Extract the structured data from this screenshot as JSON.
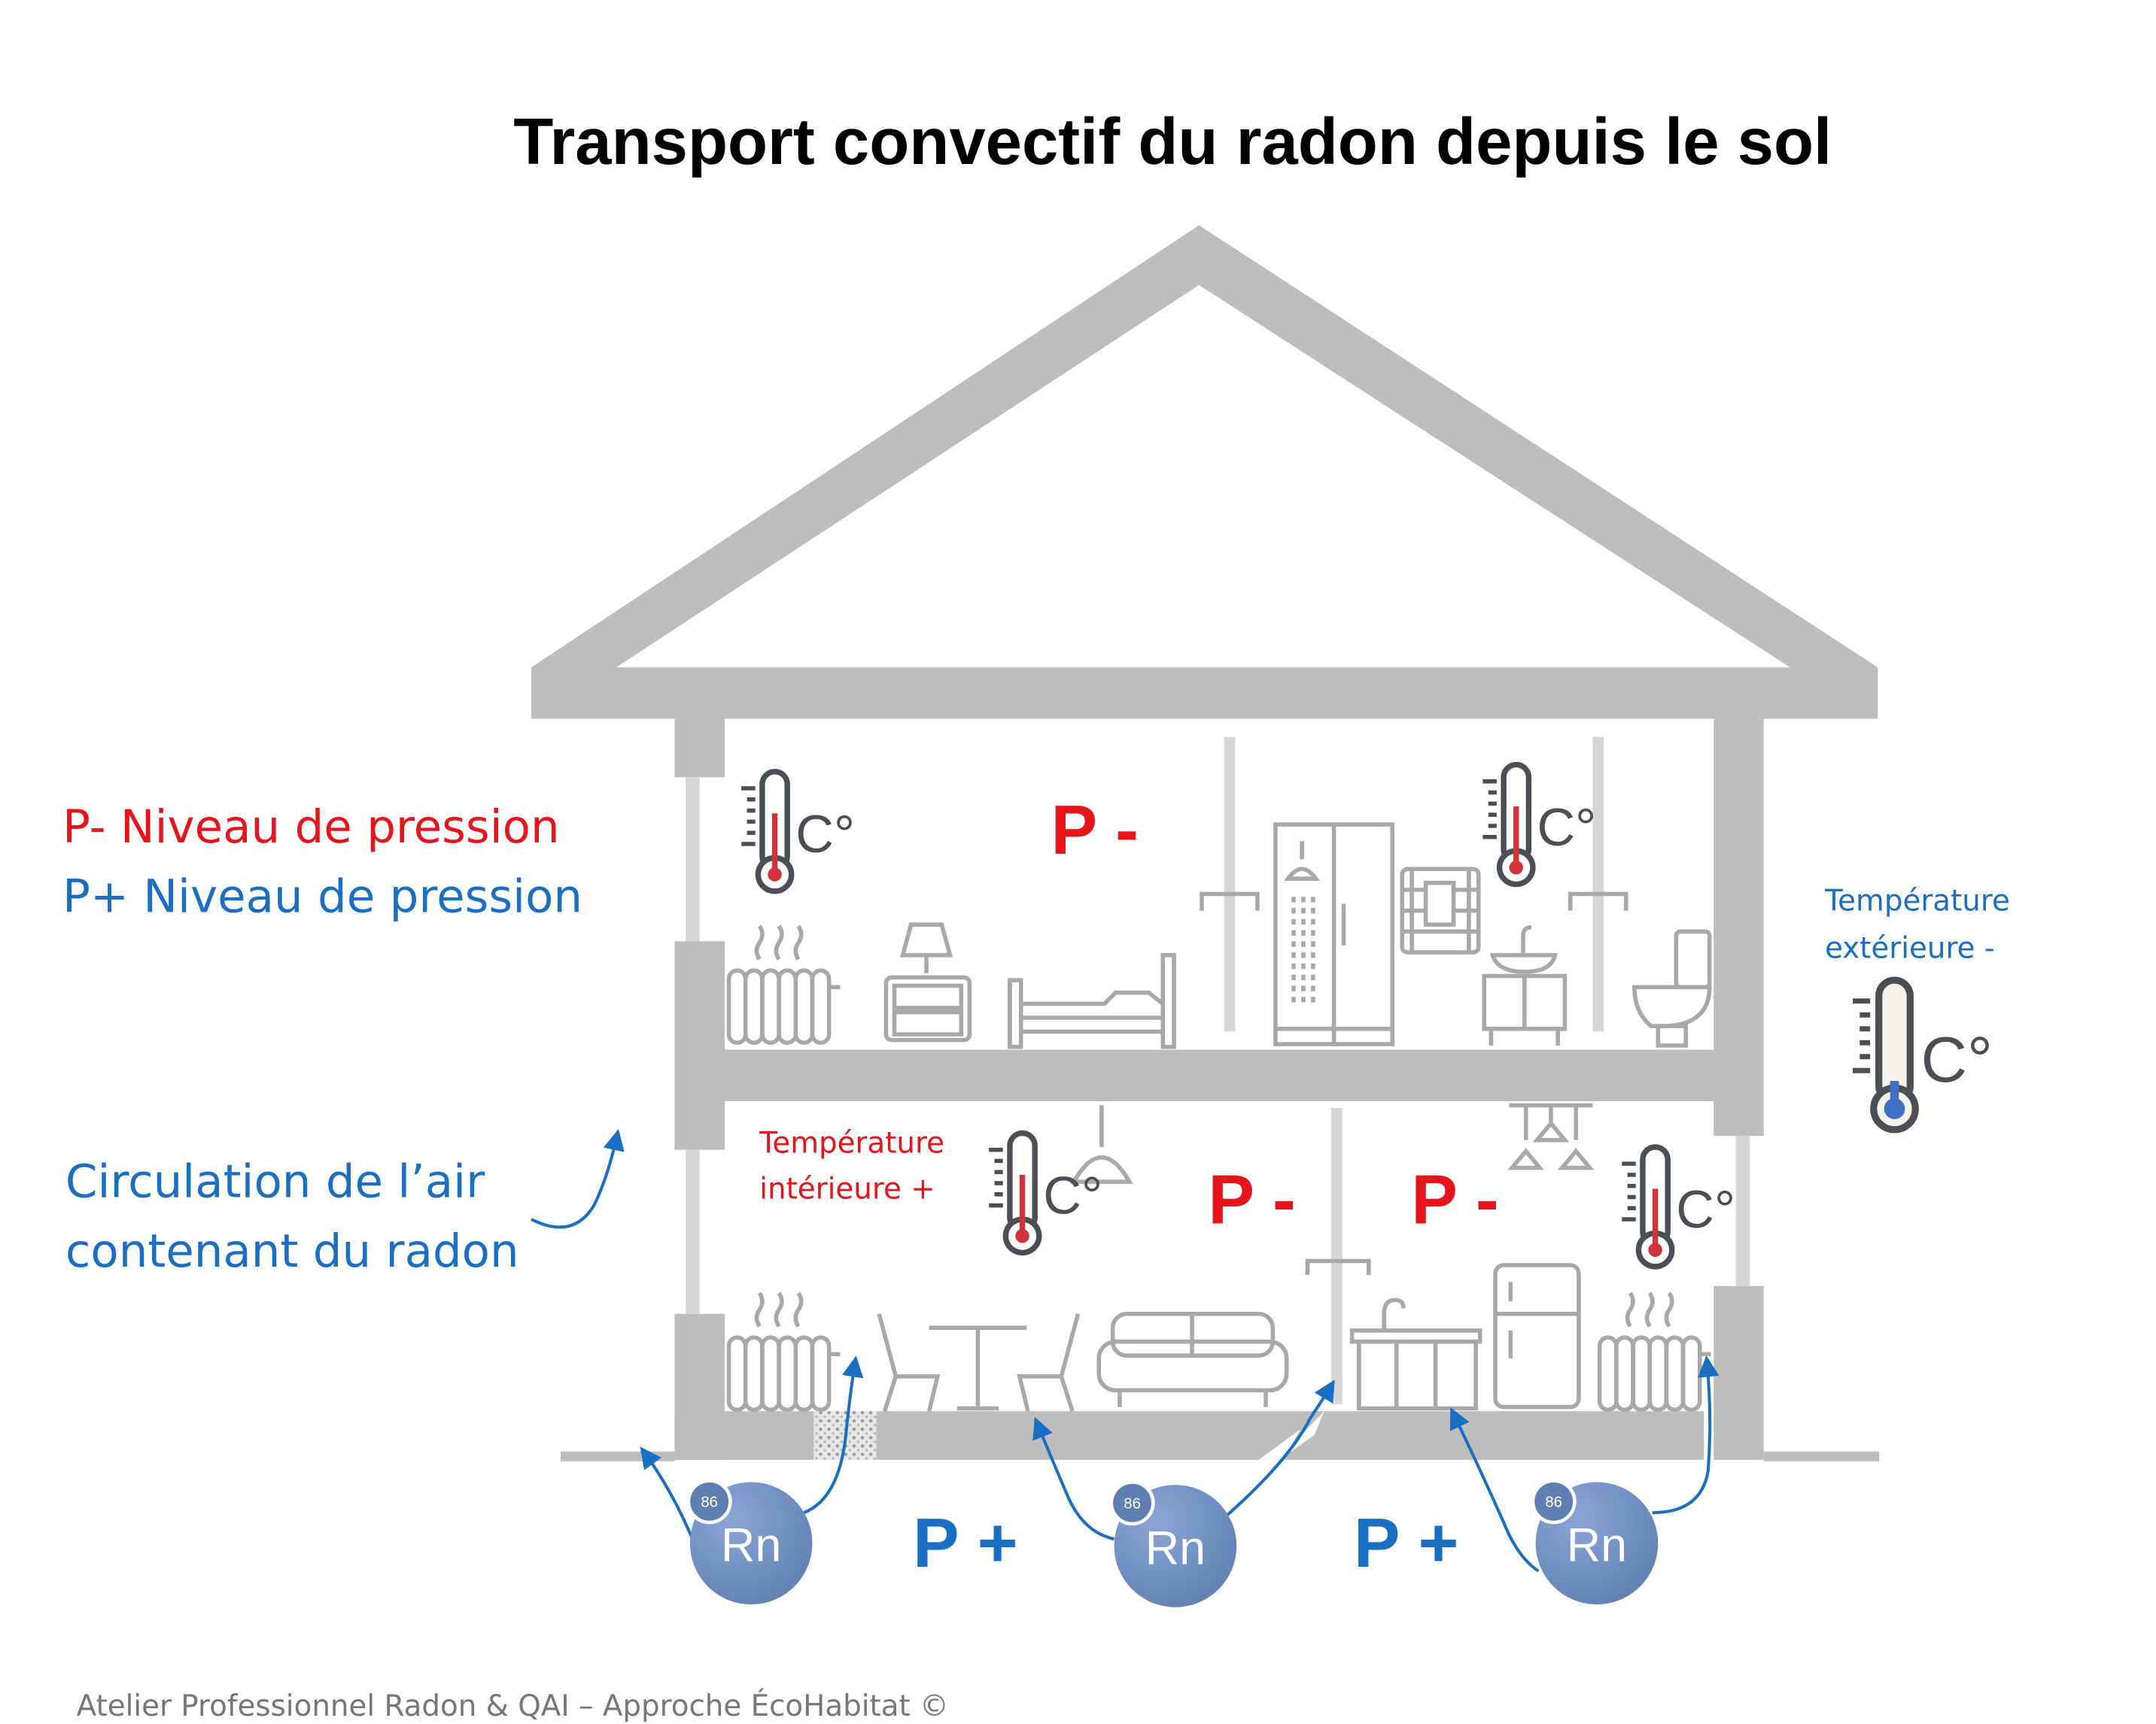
{
  "title": "Transport convectif du radon depuis le sol",
  "legend": {
    "p_minus": "P- Niveau de pression",
    "p_plus": "P+ Niveau de pression",
    "circulation_line1": "Circulation de l’air",
    "circulation_line2": "contenant du radon"
  },
  "labels": {
    "temp_interieure_line1": "Température",
    "temp_interieure_line2": "intérieure +",
    "temp_exterieure_line1": "Température",
    "temp_exterieure_line2": "extérieure -"
  },
  "pressure": {
    "upper": "P -",
    "lower_left": "P -",
    "lower_right": "P -",
    "soil_left": "P +",
    "soil_right": "P +"
  },
  "radon": {
    "symbol": "Rn",
    "atomic_number": "86"
  },
  "thermometer_unit": "C°",
  "footer": "Atelier Professionnel Radon & QAI – Approche ÉcoHabitat ©",
  "colors": {
    "red": "#e8141b",
    "blue": "#1a6fc2",
    "wall": "#bdbdbd",
    "radon": "#6f8fc4"
  }
}
